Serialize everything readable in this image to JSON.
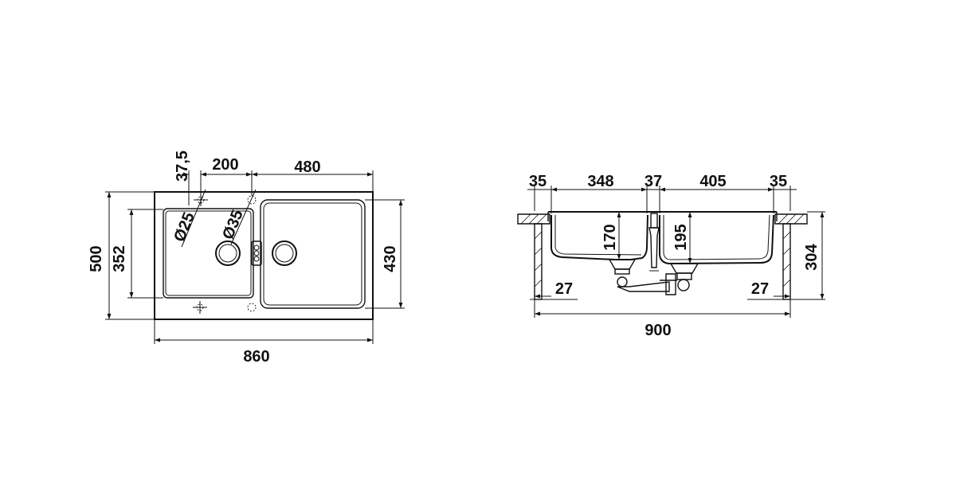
{
  "top_view": {
    "overall_width": "860",
    "overall_depth": "500",
    "main_bowl_width": "480",
    "small_bowl_width": "200",
    "edge_offset": "37,5",
    "small_bowl_depth": "352",
    "main_bowl_depth": "430",
    "tap_hole_small": "Ø25",
    "tap_hole_large": "Ø35"
  },
  "side_view": {
    "overall_width": "900",
    "left_flange": "35",
    "left_bowl_width": "348",
    "divider_width": "37",
    "right_bowl_width": "405",
    "right_flange": "35",
    "left_bowl_depth": "170",
    "right_bowl_depth": "195",
    "total_height": "304",
    "left_wall": "27",
    "right_wall": "27"
  }
}
